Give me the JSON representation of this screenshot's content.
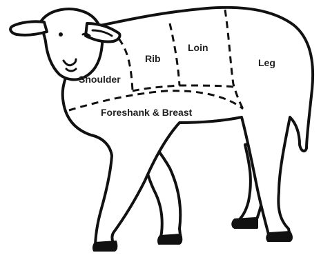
{
  "diagram": {
    "cuts": [
      {
        "id": "shoulder",
        "label": "Shoulder"
      },
      {
        "id": "rib",
        "label": "Rib"
      },
      {
        "id": "loin",
        "label": "Loin"
      },
      {
        "id": "leg",
        "label": "Leg"
      },
      {
        "id": "foreshank-breast",
        "label": "Foreshank & Breast"
      }
    ]
  }
}
